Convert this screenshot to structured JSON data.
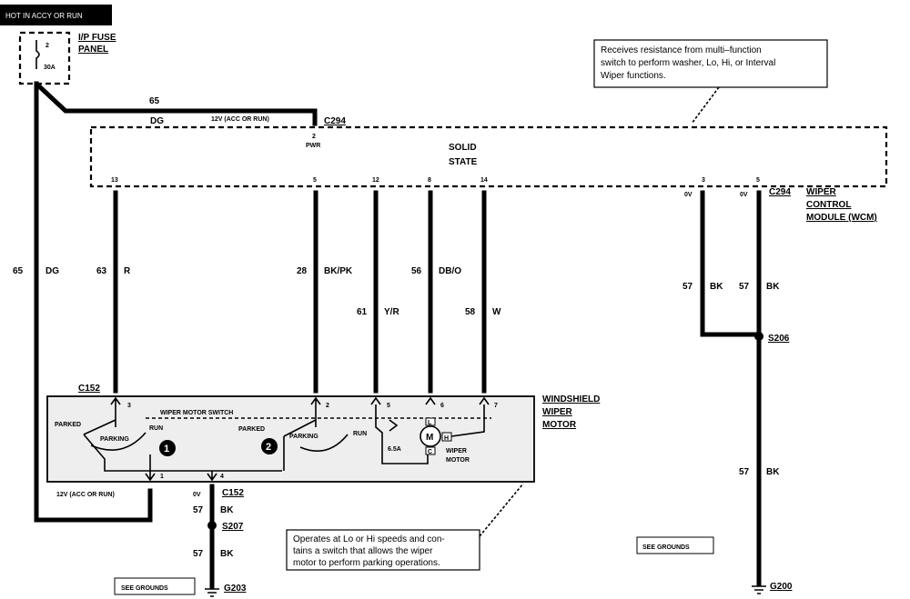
{
  "header": {
    "hot_label": "HOT IN ACCY OR RUN"
  },
  "fuse": {
    "number": "2",
    "rating": "30A",
    "panel_label_1": "I/P FUSE",
    "panel_label_2": "PANEL"
  },
  "wires": {
    "w65_top_num": "65",
    "w65_top_color": "DG",
    "w65_top_volt": "12V (ACC OR RUN)",
    "w65_left_num": "65",
    "w65_left_color": "DG",
    "w63_num": "63",
    "w63_color": "R",
    "w28_num": "28",
    "w28_color": "BK/PK",
    "w61_num": "61",
    "w61_color": "Y/R",
    "w56_num": "56",
    "w56_color": "DB/O",
    "w58_num": "58",
    "w58_color": "W",
    "w57a_num": "57",
    "w57a_color": "BK",
    "w57b_num": "57",
    "w57b_color": "BK",
    "w57c_num": "57",
    "w57c_color": "BK",
    "w57d_num": "57",
    "w57d_color": "BK",
    "w57e_num": "57",
    "w57e_color": "BK",
    "bottom_volt": "12V (ACC OR RUN)",
    "zero_v_1": "0V",
    "zero_v_2": "0V",
    "zero_v_3": "0V"
  },
  "module": {
    "connector_top": "C294",
    "pwr_pin": "2",
    "pwr_label": "PWR",
    "name_1": "SOLID",
    "name_2": "STATE",
    "pins": [
      "13",
      "5",
      "12",
      "8",
      "14",
      "3",
      "5"
    ],
    "connector_right": "C294",
    "label_1": "WIPER",
    "label_2": "CONTROL",
    "label_3": "MODULE (WCM)"
  },
  "motor": {
    "connector_top": "C152",
    "connector_bottom": "C152",
    "pins_top": [
      "3",
      "2",
      "5",
      "6",
      "7"
    ],
    "pins_bottom": [
      "1",
      "4"
    ],
    "switch_label": "WIPER MOTOR SWITCH",
    "parked_1": "PARKED",
    "parking_1": "PARKING",
    "run_1": "RUN",
    "parked_2": "PARKED",
    "parking_2": "PARKING",
    "run_2": "RUN",
    "marker_1": "1",
    "marker_2": "2",
    "breaker": "6.5A",
    "m": "M",
    "c": "C",
    "h": "H",
    "l": "L",
    "motor_label_1": "WIPER",
    "motor_label_2": "MOTOR",
    "label_1": "WINDSHIELD",
    "label_2": "WIPER",
    "label_3": "MOTOR"
  },
  "splices": {
    "s206": "S206",
    "s207": "S207"
  },
  "grounds": {
    "g200": "G200",
    "g203": "G203",
    "see_1": "SEE GROUNDS",
    "see_2": "SEE GROUNDS"
  },
  "notes": {
    "top_1": "Receives resistance from multi–function",
    "top_2": "switch to perform washer, Lo, Hi, or Interval",
    "top_3": "Wiper functions.",
    "bottom_1": "Operates at Lo or Hi speeds and con-",
    "bottom_2": "tains a switch that allows the wiper",
    "bottom_3": "motor to perform parking operations."
  }
}
